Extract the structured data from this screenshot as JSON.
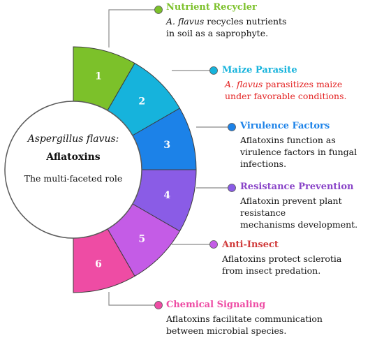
{
  "center": {
    "species": "Aspergillus flavus:",
    "topic": "Aflatoxins",
    "subtitle": "The multi-faceted role"
  },
  "segments": [
    {
      "number": "1",
      "color": "#7cc12a",
      "title": "Nutrient Recycler",
      "title_color": "#7cc12a",
      "desc_italic": "A. flavus",
      "desc_rest_1": " recycles nutrients",
      "desc_line_2": "in soil as a saprophyte.",
      "desc_color": "#111111"
    },
    {
      "number": "2",
      "color": "#16b3dc",
      "title": "Maize Parasite",
      "title_color": "#16b3dc",
      "desc_italic": "A. flavus",
      "desc_rest_1": " parasitizes maize",
      "desc_line_2": "under favorable conditions.",
      "desc_color": "#e32222"
    },
    {
      "number": "3",
      "color": "#1c82e8",
      "title": "Virulence Factors",
      "title_color": "#1c82e8",
      "desc_line_1": "Aflatoxins function as",
      "desc_line_2": "virulence factors in fungal",
      "desc_line_3": "infections.",
      "desc_color": "#111111"
    },
    {
      "number": "4",
      "color": "#8a5ce6",
      "title": "Resistance Prevention",
      "title_color": "#8a45c8",
      "desc_line_1": "Aflatoxin prevent plant resistance",
      "desc_line_2": "mechanisms development.",
      "desc_color": "#111111"
    },
    {
      "number": "5",
      "color": "#c45ce6",
      "title": "Anti-Insect",
      "title_color": "#d03a3a",
      "desc_line_1": "Aflatoxins protect sclerotia",
      "desc_line_2": "from insect predation.",
      "desc_color": "#111111"
    },
    {
      "number": "6",
      "color": "#ee4ca4",
      "title": "Chemical Signaling",
      "title_color": "#ee4ca4",
      "desc_line_1": "Aflatoxins facilitate communication",
      "desc_line_2": "between microbial species.",
      "desc_color": "#111111"
    }
  ]
}
